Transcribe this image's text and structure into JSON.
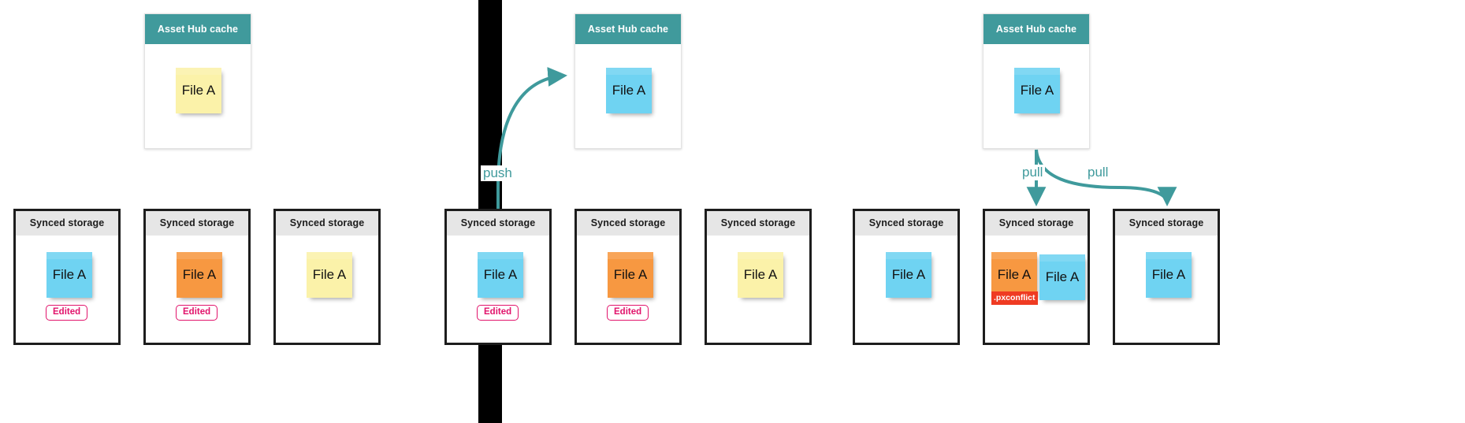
{
  "colors": {
    "teal": "#409a9c",
    "arrow_teal": "#3f9a9c",
    "note_blue": "#6fd3f2",
    "note_orange": "#f79841",
    "note_yellow": "#fbf2a9",
    "badge_edited": "#e1136b",
    "badge_conflict": "#ef3b22",
    "card_border": "#1d1d1d",
    "header_grey": "#e6e6e6",
    "divider_black": "#000000"
  },
  "labels": {
    "cache_title": "Asset Hub cache",
    "storage_title": "Synced storage",
    "file": "File A",
    "edited": "Edited",
    "conflict": ".pxconflict",
    "push": "push",
    "pull": "pull"
  },
  "panels": [
    {
      "id": "panel-edits",
      "cache": {
        "title": "Asset Hub cache",
        "notes": [
          {
            "label": "File A",
            "color": "yellow"
          }
        ]
      },
      "arrows": [],
      "stores": [
        {
          "notes": [
            {
              "label": "File A",
              "color": "blue"
            }
          ],
          "badge": "Edited"
        },
        {
          "notes": [
            {
              "label": "File A",
              "color": "orange"
            }
          ],
          "badge": "Edited"
        },
        {
          "notes": [
            {
              "label": "File A",
              "color": "yellow"
            }
          ],
          "badge": null
        }
      ]
    },
    {
      "id": "panel-push",
      "cache": {
        "title": "Asset Hub cache",
        "notes": [
          {
            "label": "File A",
            "color": "blue"
          }
        ]
      },
      "arrows": [
        {
          "label": "push",
          "direction": "up",
          "from_store": 0
        }
      ],
      "stores": [
        {
          "notes": [
            {
              "label": "File A",
              "color": "blue"
            }
          ],
          "badge": "Edited"
        },
        {
          "notes": [
            {
              "label": "File A",
              "color": "orange"
            }
          ],
          "badge": "Edited"
        },
        {
          "notes": [
            {
              "label": "File A",
              "color": "yellow"
            }
          ],
          "badge": null
        }
      ]
    },
    {
      "id": "panel-pull",
      "cache": {
        "title": "Asset Hub cache",
        "notes": [
          {
            "label": "File A",
            "color": "blue"
          }
        ]
      },
      "arrows": [
        {
          "label": "pull",
          "direction": "down",
          "to_store": 1
        },
        {
          "label": "pull",
          "direction": "down",
          "to_store": 2
        }
      ],
      "stores": [
        {
          "notes": [
            {
              "label": "File A",
              "color": "blue"
            }
          ],
          "badge": null
        },
        {
          "notes": [
            {
              "label": "File A",
              "color": "orange",
              "conflict": ".pxconflict"
            },
            {
              "label": "File A",
              "color": "blue"
            }
          ],
          "badge": null
        },
        {
          "notes": [
            {
              "label": "File A",
              "color": "blue"
            }
          ],
          "badge": null
        }
      ]
    }
  ]
}
